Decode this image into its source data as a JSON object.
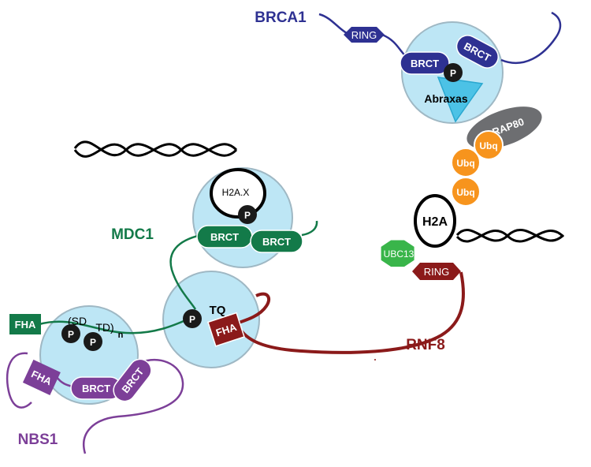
{
  "proteins": {
    "brca1": "BRCA1",
    "mdc1": "MDC1",
    "nbs1": "NBS1",
    "rnf8": "RNF8",
    "rap80": "RAP80",
    "abraxas": "Abraxas",
    "ubc13": "UBC13",
    "h2a": "H2A",
    "h2ax": "H2A.X"
  },
  "domains": {
    "ring": "RING",
    "brct": "BRCT",
    "fha": "FHA",
    "ubq": "Ubq",
    "phospho": "P",
    "tq": "TQ"
  },
  "motifs": {
    "sd_open": "(SD",
    "td_close": "TD)",
    "repeat": "n"
  },
  "colors": {
    "brca1": "#2e3192",
    "mdc1": "#137a49",
    "nbs1": "#7c3f98",
    "rnf8": "#8b1a1a",
    "rap80": "#6d6e71",
    "ubq": "#f7941d",
    "ubc13": "#39b54a",
    "complex_circle": "#bde6f5",
    "abraxas": "#4cc2e6",
    "phospho": "#1a1a1a"
  }
}
